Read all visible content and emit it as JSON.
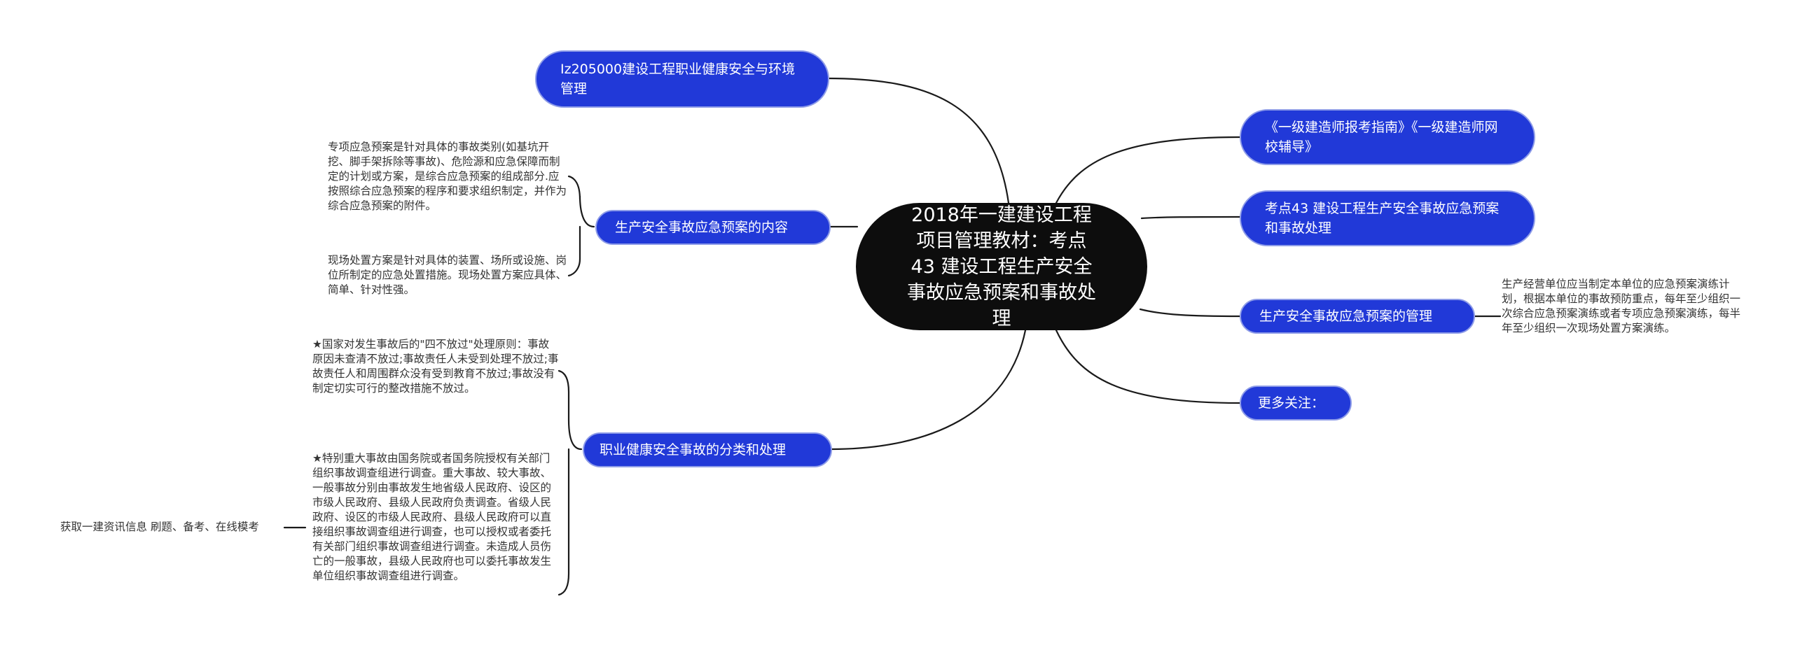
{
  "colors": {
    "center_bg": "#0d0d0d",
    "topic_bg": "#2139d8",
    "topic_border": "#8e9ce8",
    "line": "#1a1a1a"
  },
  "center": {
    "title": "2018年一建建设工程项目管理教材：考点43 建设工程生产安全事故应急预案和事故处理"
  },
  "left": {
    "topic1": {
      "label": "Iz205000建设工程职业健康安全与环境管理"
    },
    "topic2": {
      "label": "生产安全事故应急预案的内容",
      "notes": [
        "专项应急预案是针对具体的事故类别(如基坑开挖、脚手架拆除等事故)、危险源和应急保障而制定的计划或方案，是综合应急预案的组成部分.应按照综合应急预案的程序和要求组织制定，并作为综合应急预案的附件。",
        "现场处置方案是针对具体的装置、场所或设施、岗位所制定的应急处置措施。现场处置方案应具体、简单、针对性强。"
      ]
    },
    "topic3": {
      "label": "职业健康安全事故的分类和处理",
      "notes": [
        "★国家对发生事故后的\"四不放过\"处理原则：事故原因未查清不放过;事故责任人未受到处理不放过;事故责任人和周围群众没有受到教育不放过;事故没有制定切实可行的整改措施不放过。",
        "★特别重大事故由国务院或者国务院授权有关部门组织事故调查组进行调查。重大事故、较大事故、一般事故分别由事故发生地省级人民政府、设区的市级人民政府、县级人民政府负责调查。省级人民政府、设区的市级人民政府、县级人民政府可以直接组织事故调查组进行调查，也可以授权或者委托有关部门组织事故调查组进行调查。未造成人员伤亡的一般事故，县级人民政府也可以委托事故发生单位组织事故调查组进行调查。"
      ],
      "sub_note": "获取一建资讯信息 刷题、备考、在线模考"
    }
  },
  "right": {
    "topic1": {
      "label": "《一级建造师报考指南》《一级建造师网校辅导》"
    },
    "topic2": {
      "label": "考点43 建设工程生产安全事故应急预案和事故处理"
    },
    "topic3": {
      "label": "生产安全事故应急预案的管理",
      "note": "生产经营单位应当制定本单位的应急预案演练计划，根据本单位的事故预防重点，每年至少组织一次综合应急预案演练或者专项应急预案演练，每半年至少组织一次现场处置方案演练。"
    },
    "topic4": {
      "label": "更多关注："
    }
  }
}
